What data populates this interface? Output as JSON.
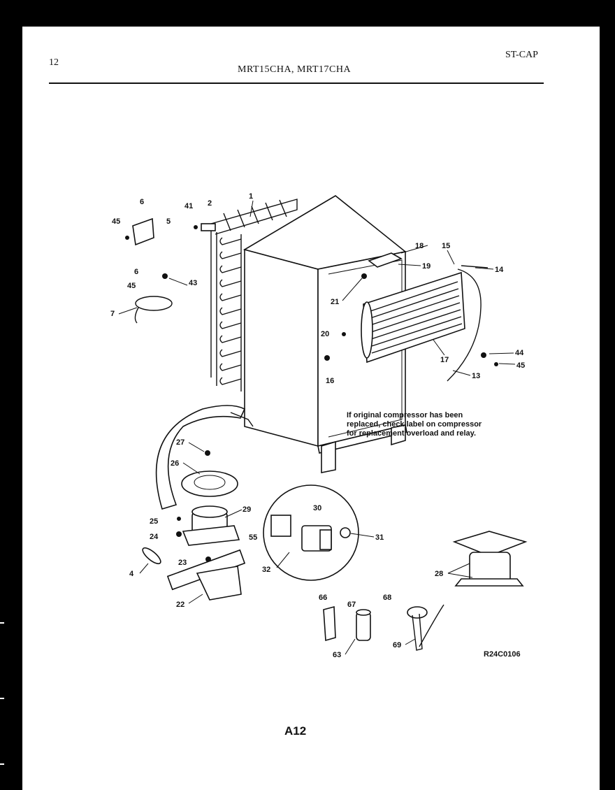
{
  "header": {
    "page_number": "12",
    "models": "MRT15CHA, MRT17CHA",
    "section": "ST-CAP"
  },
  "note": [
    "If original compressor has been",
    "replaced, check label on compressor",
    "for replacement overload and relay."
  ],
  "reference_code": "R24C0106",
  "page_label": "A12",
  "callouts": [
    "1",
    "2",
    "41",
    "6",
    "45",
    "5",
    "6",
    "45",
    "43",
    "7",
    "18",
    "15",
    "14",
    "19",
    "21",
    "20",
    "16",
    "44",
    "45",
    "17",
    "13",
    "27",
    "26",
    "29",
    "25",
    "24",
    "23",
    "4",
    "22",
    "30",
    "55",
    "31",
    "32",
    "28",
    "66",
    "67",
    "68",
    "63",
    "69"
  ]
}
